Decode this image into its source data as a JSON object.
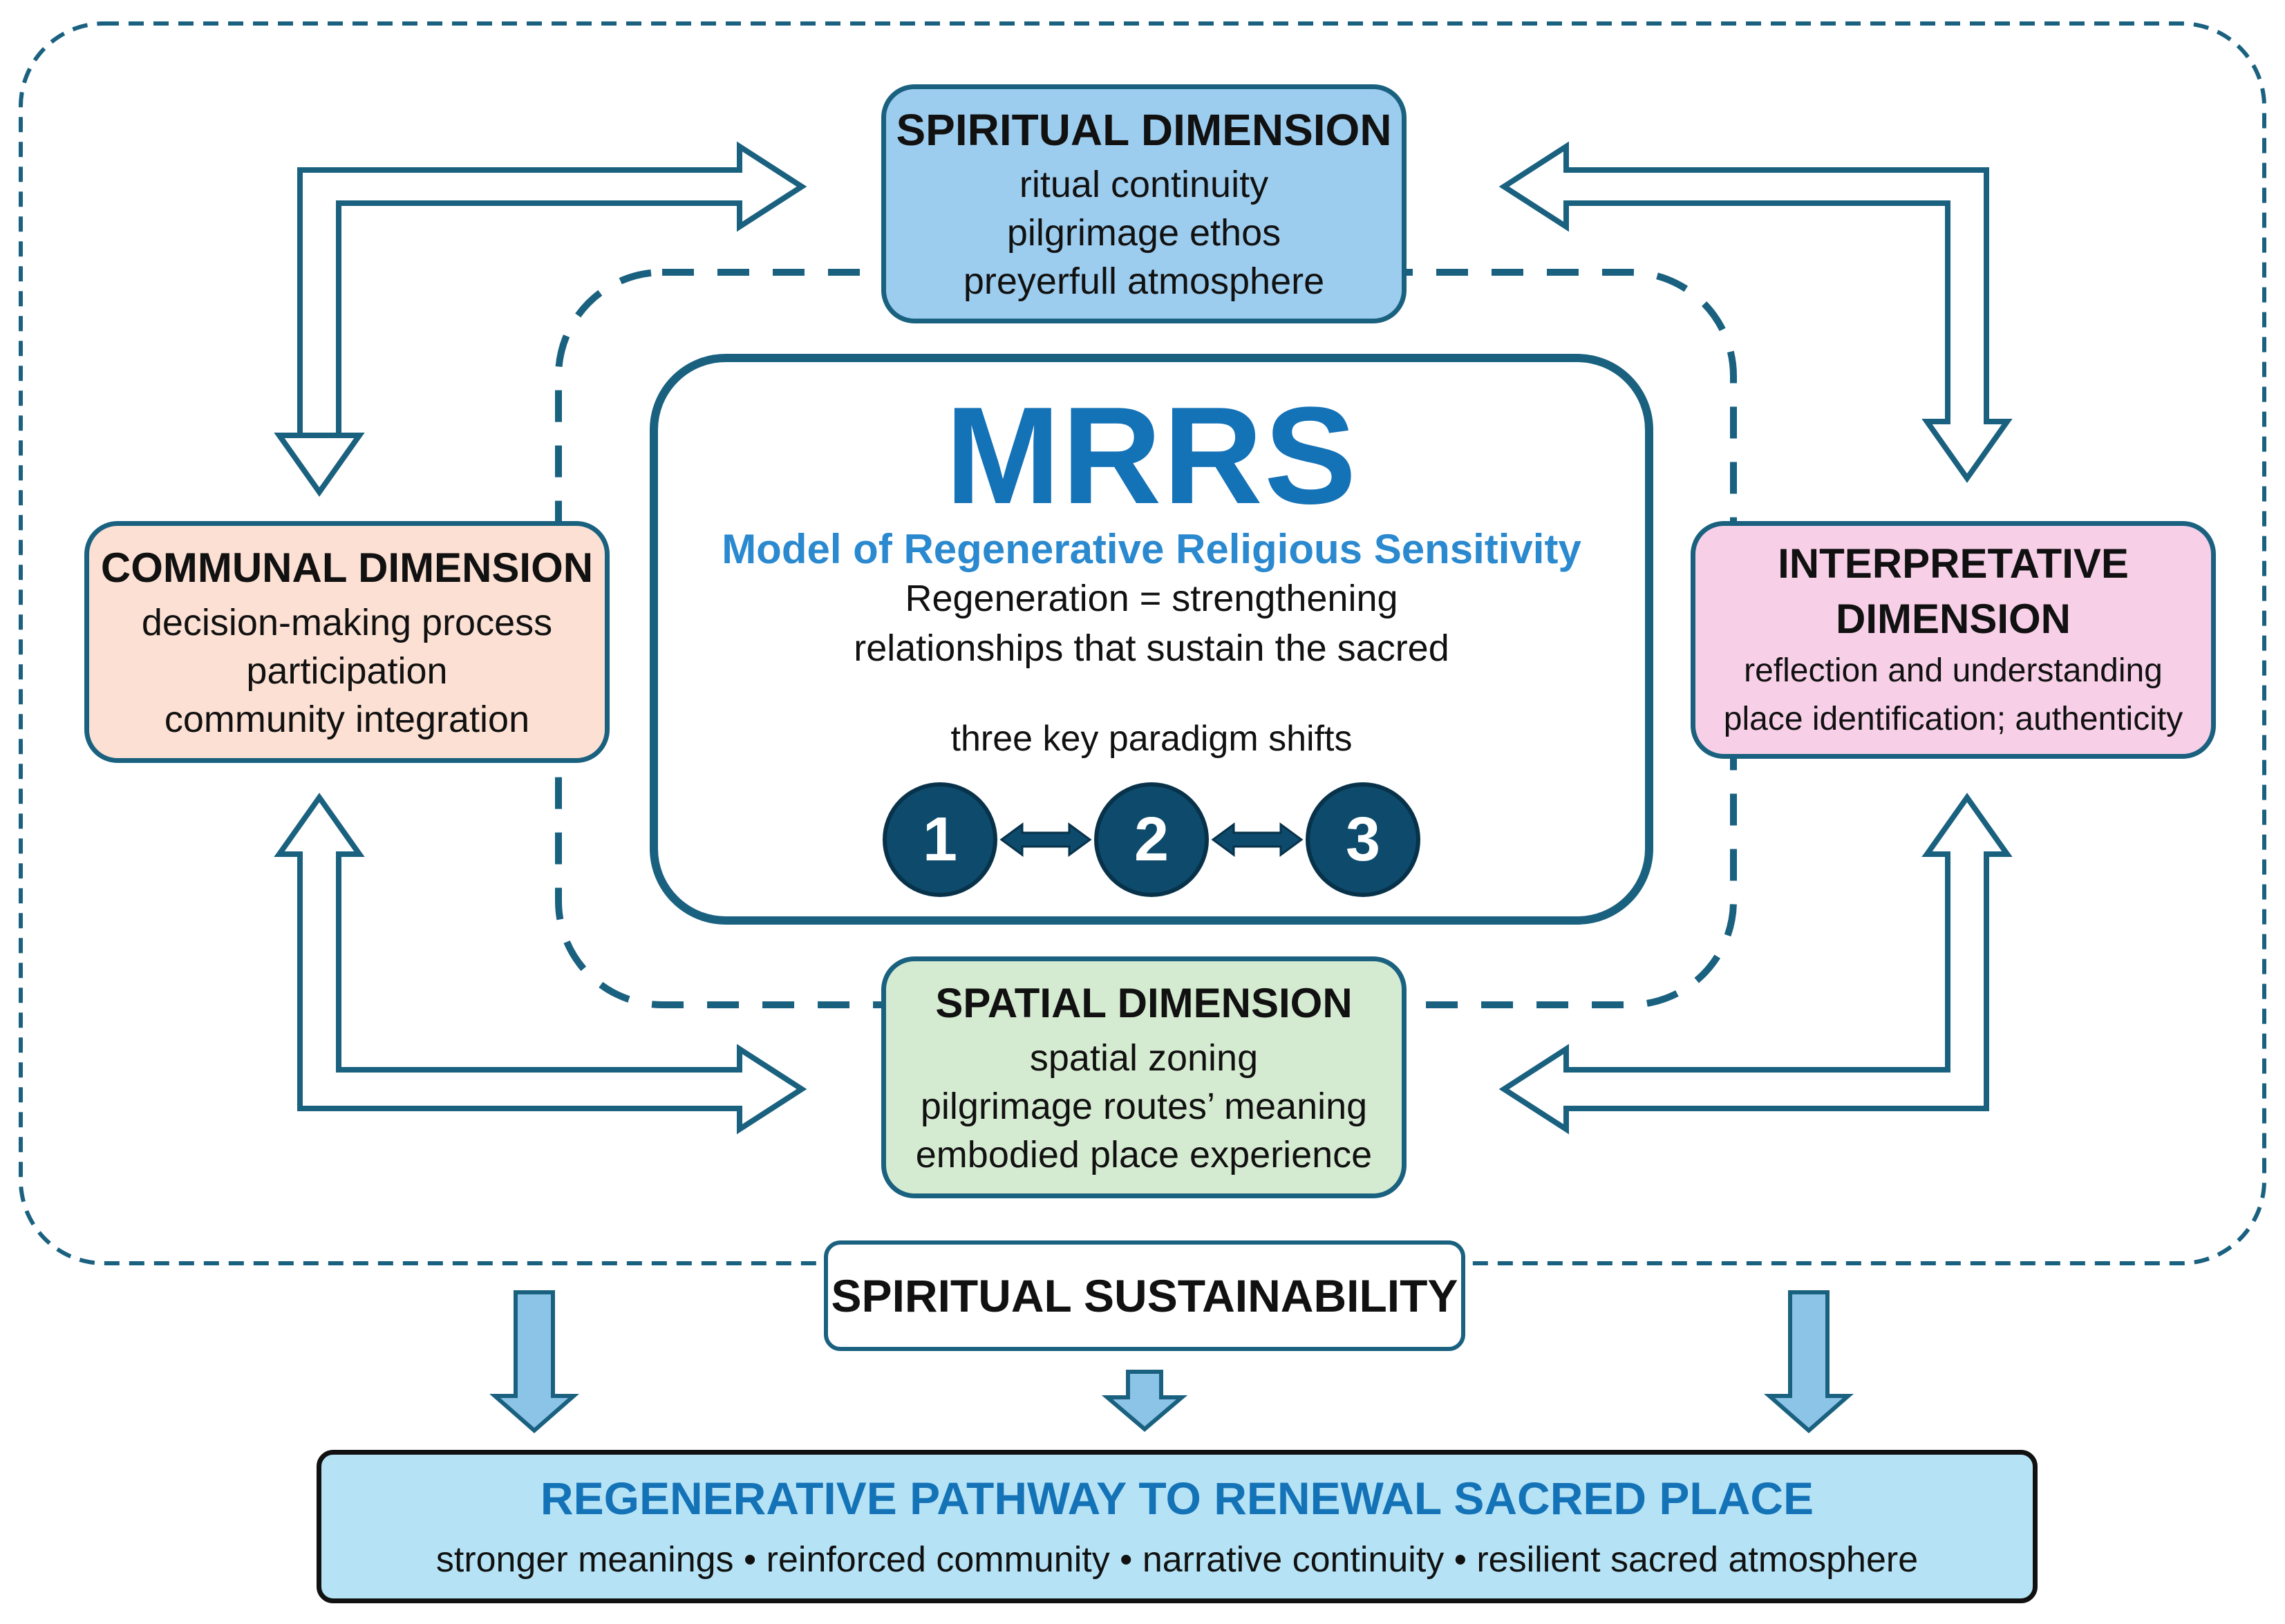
{
  "spiritual": {
    "title": "SPIRITUAL DIMENSION",
    "lines": [
      "ritual continuity",
      "pilgrimage ethos",
      "preyerfull atmosphere"
    ]
  },
  "communal": {
    "title": "COMMUNAL DIMENSION",
    "lines": [
      "decision-making process",
      "participation",
      "community integration"
    ]
  },
  "interpretative": {
    "title_line1": "INTERPRETATIVE",
    "title_line2": "DIMENSION",
    "lines": [
      "reflection and understanding",
      "place identification; authenticity"
    ]
  },
  "spatial": {
    "title": "SPATIAL DIMENSION",
    "lines": [
      "spatial zoning",
      "pilgrimage routes’ meaning",
      "embodied place experience"
    ]
  },
  "center": {
    "acronym": "MRRS",
    "full_name": "Model of Regenerative Religious Sensitivity",
    "definition_line1": "Regeneration = strengthening",
    "definition_line2": "relationships that sustain the sacred",
    "shifts_label": "three key paradigm shifts",
    "shifts": [
      "1",
      "2",
      "3"
    ]
  },
  "sustainability": {
    "title": "SPIRITUAL SUSTAINABILITY"
  },
  "pathway": {
    "title": "REGENERATIVE PATHWAY TO RENEWAL SACRED PLACE",
    "outcomes": "stronger meanings • reinforced community • narrative continuity • resilient sacred atmosphere"
  },
  "colors": {
    "outline": "#1a6180",
    "spiritual_fill": "#9dcdee",
    "communal_fill": "#fce0d3",
    "interpretative_fill": "#f7d0e8",
    "spatial_fill": "#d5ebd1",
    "pathway_fill": "#b5e3f5",
    "accent_text": "#1472b7",
    "circle_fill": "#0d4a6c",
    "down_arrow_fill": "#8cc4e8"
  }
}
